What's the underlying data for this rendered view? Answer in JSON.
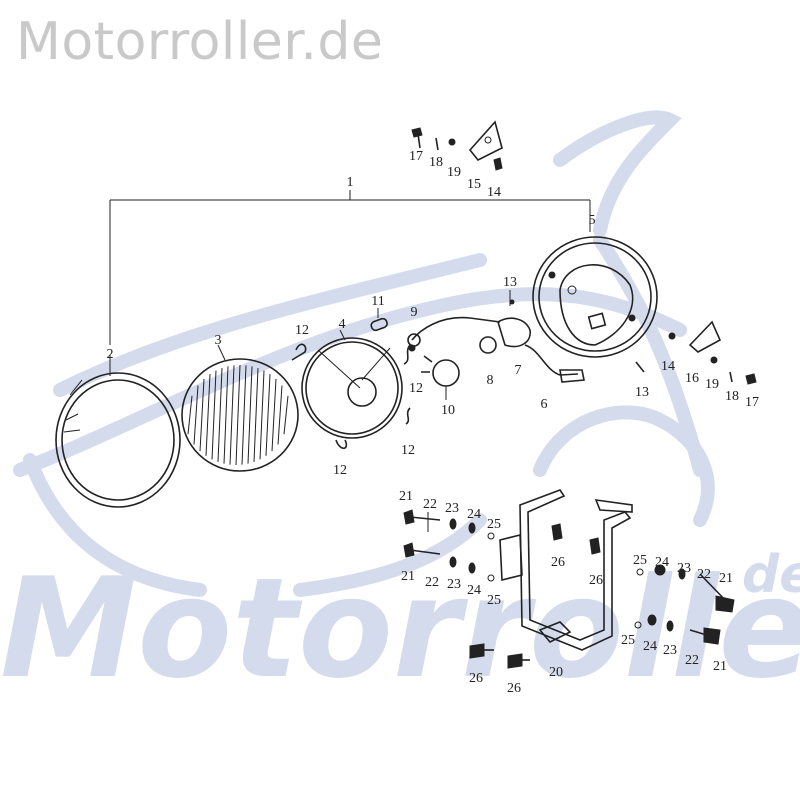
{
  "brand": {
    "header_text": "Motorroller.de",
    "watermark_text": "Motorroller",
    "watermark_suffix": "de",
    "watermark_color": "#cfd8ea",
    "header_color": "#c9c9c9"
  },
  "diagram": {
    "callouts": [
      {
        "id": "c1",
        "text": "1"
      },
      {
        "id": "c2",
        "text": "2"
      },
      {
        "id": "c3",
        "text": "3"
      },
      {
        "id": "c4",
        "text": "4"
      },
      {
        "id": "c5",
        "text": "5"
      },
      {
        "id": "c6",
        "text": "6"
      },
      {
        "id": "c7",
        "text": "7"
      },
      {
        "id": "c8",
        "text": "8"
      },
      {
        "id": "c9",
        "text": "9"
      },
      {
        "id": "c10",
        "text": "10"
      },
      {
        "id": "c11",
        "text": "11"
      },
      {
        "id": "c12a",
        "text": "12"
      },
      {
        "id": "c12b",
        "text": "12"
      },
      {
        "id": "c12c",
        "text": "12"
      },
      {
        "id": "c12d",
        "text": "12"
      },
      {
        "id": "c13a",
        "text": "13"
      },
      {
        "id": "c13b",
        "text": "13"
      },
      {
        "id": "c14a",
        "text": "14"
      },
      {
        "id": "c14b",
        "text": "14"
      },
      {
        "id": "c15",
        "text": "15"
      },
      {
        "id": "c16",
        "text": "16"
      },
      {
        "id": "c17a",
        "text": "17"
      },
      {
        "id": "c17b",
        "text": "17"
      },
      {
        "id": "c18a",
        "text": "18"
      },
      {
        "id": "c18b",
        "text": "18"
      },
      {
        "id": "c19a",
        "text": "19"
      },
      {
        "id": "c19b",
        "text": "19"
      },
      {
        "id": "c20",
        "text": "20"
      },
      {
        "id": "c21a",
        "text": "21"
      },
      {
        "id": "c21b",
        "text": "21"
      },
      {
        "id": "c21c",
        "text": "21"
      },
      {
        "id": "c21d",
        "text": "21"
      },
      {
        "id": "c22a",
        "text": "22"
      },
      {
        "id": "c22b",
        "text": "22"
      },
      {
        "id": "c22c",
        "text": "22"
      },
      {
        "id": "c22d",
        "text": "22"
      },
      {
        "id": "c23a",
        "text": "23"
      },
      {
        "id": "c23b",
        "text": "23"
      },
      {
        "id": "c23c",
        "text": "23"
      },
      {
        "id": "c23d",
        "text": "23"
      },
      {
        "id": "c24a",
        "text": "24"
      },
      {
        "id": "c24b",
        "text": "24"
      },
      {
        "id": "c24c",
        "text": "24"
      },
      {
        "id": "c24d",
        "text": "24"
      },
      {
        "id": "c25a",
        "text": "25"
      },
      {
        "id": "c25b",
        "text": "25"
      },
      {
        "id": "c25c",
        "text": "25"
      },
      {
        "id": "c25d",
        "text": "25"
      },
      {
        "id": "c26a",
        "text": "26"
      },
      {
        "id": "c26b",
        "text": "26"
      },
      {
        "id": "c26c",
        "text": "26"
      },
      {
        "id": "c26d",
        "text": "26"
      }
    ]
  }
}
